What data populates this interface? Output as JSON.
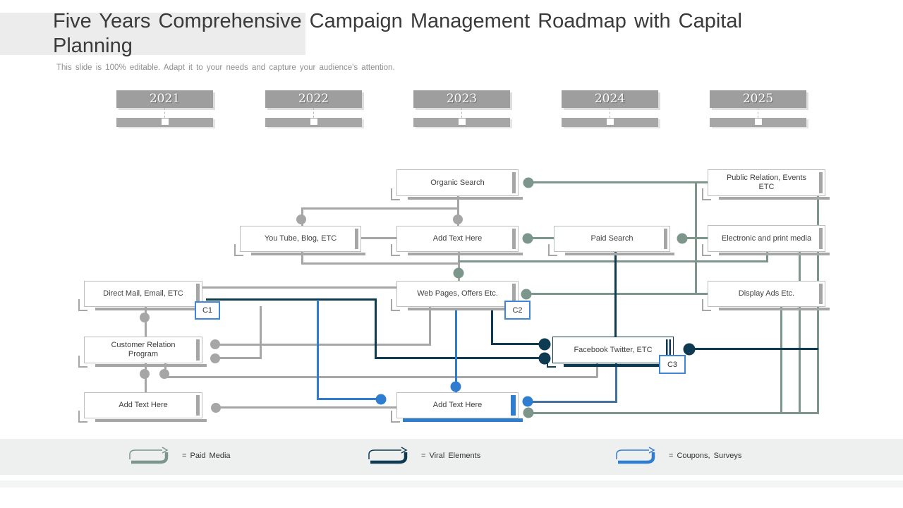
{
  "title": "Five Years Comprehensive Campaign Management Roadmap with Capital Planning",
  "subtitle": "This slide is 100% editable. Adapt it to your needs and capture your audience's attention.",
  "years": [
    "2021",
    "2022",
    "2023",
    "2024",
    "2025"
  ],
  "nodes": {
    "organic_search": "Organic Search",
    "youtube": "You Tube, Blog, ETC",
    "add_text_mid": "Add Text Here",
    "paid_search": "Paid Search",
    "direct_mail": "Direct Mail, Email, ETC",
    "web_pages": "Web Pages, Offers Etc.",
    "crm": "Customer Relation Program",
    "facebook": "Facebook Twitter, ETC",
    "add_text_bottom_left": "Add Text Here",
    "add_text_bottom_mid": "Add Text Here",
    "public_relation": "Public Relation, Events ETC",
    "electronic": "Electronic and print media",
    "display_ads": "Display Ads Etc."
  },
  "connectors": {
    "c1": "C1",
    "c2": "C2",
    "c3": "C3"
  },
  "legend": {
    "items": [
      {
        "label": "= Paid Media",
        "color": "#7c968c"
      },
      {
        "label": "= Viral Elements",
        "color": "#0e3a52"
      },
      {
        "label": "= Coupons, Surveys",
        "color": "#2e7dd1"
      }
    ]
  },
  "colors": {
    "gray": "#a6a6a6",
    "sage": "#7c968c",
    "teal": "#0e3a52",
    "steel": "#41719c",
    "blue": "#2e7dd1",
    "year_gray": "#9e9e9e"
  }
}
